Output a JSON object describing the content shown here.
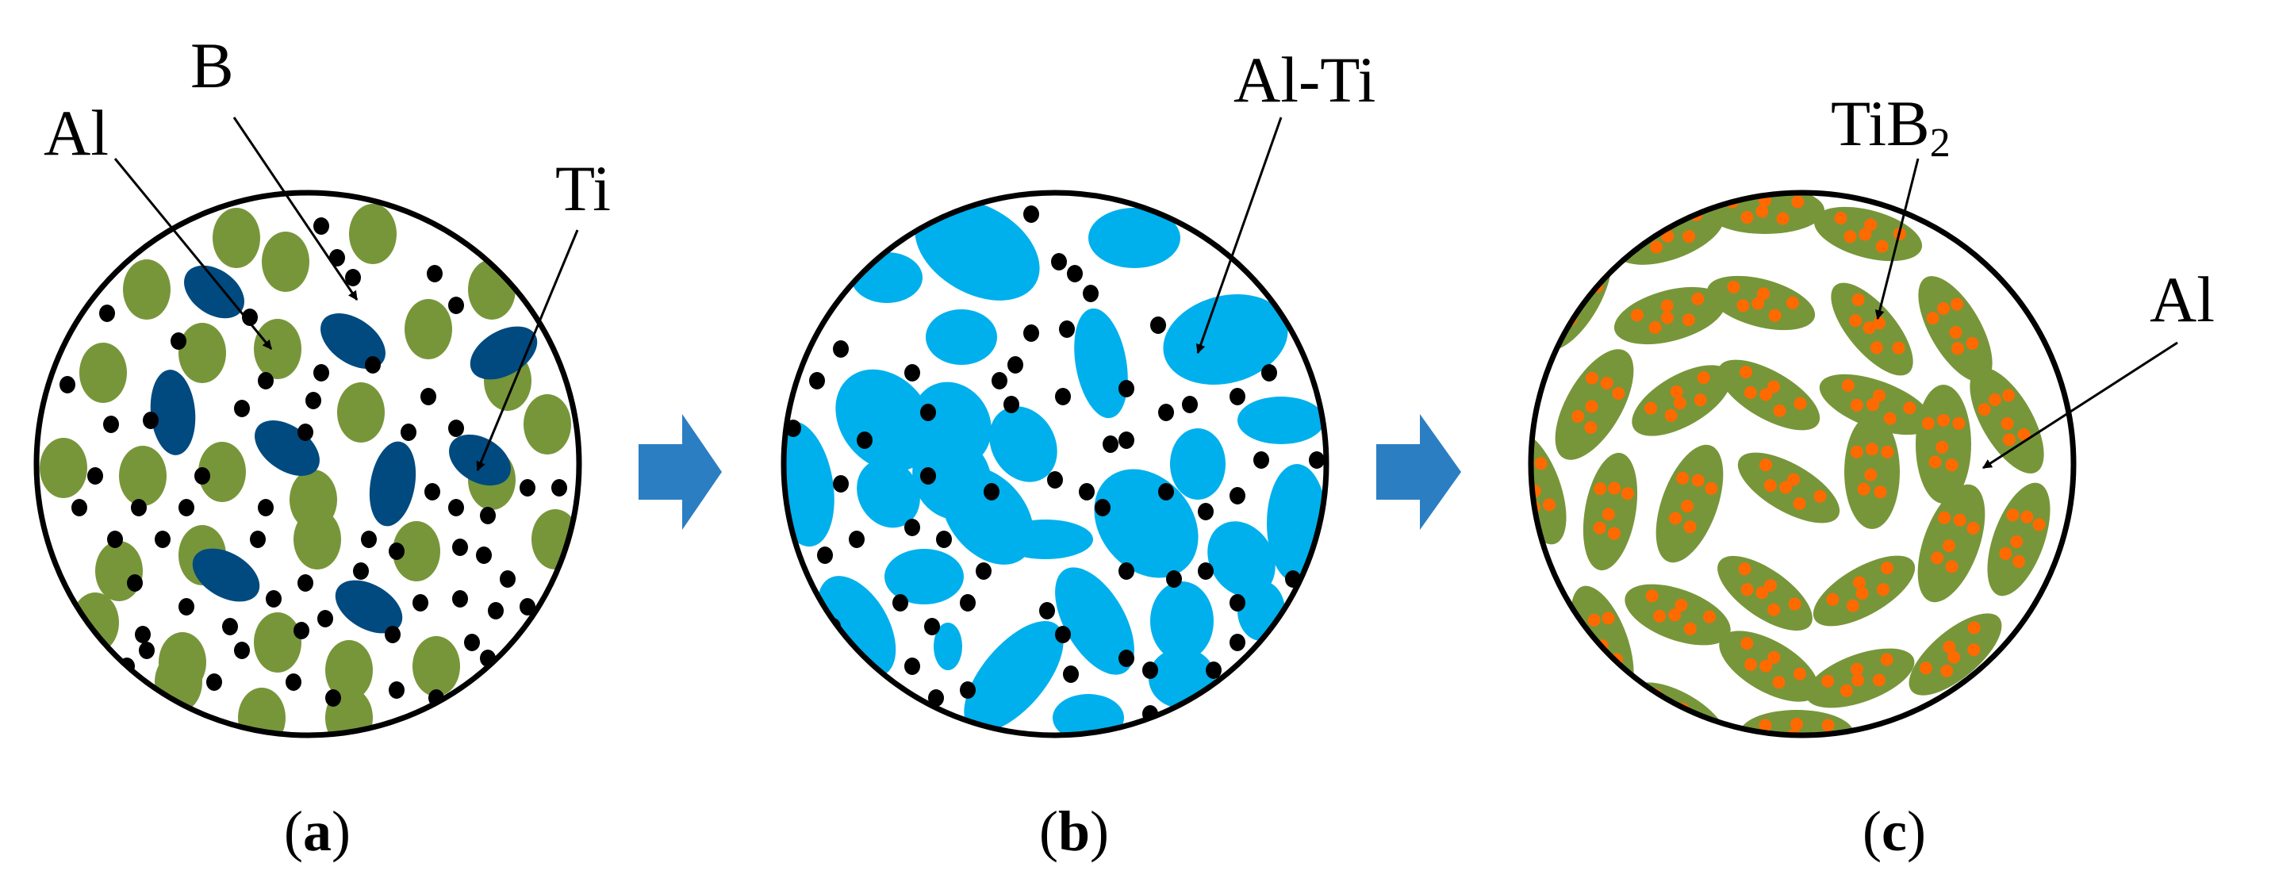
{
  "colors": {
    "al_particle": "#77963a",
    "ti_particle": "#004a80",
    "b_particle": "#000000",
    "alti_particle": "#00b0ec",
    "tib2_dot": "#ff6a00",
    "arrow": "#2c7ec2",
    "outline": "#000000"
  },
  "panel_a": {
    "label_al": "Al",
    "label_b": "B",
    "label_ti": "Ti",
    "caption": {
      "open": "(",
      "letter": "a",
      "close": ")"
    }
  },
  "panel_b": {
    "label_alti": "Al-Ti",
    "caption": {
      "open": "(",
      "letter": "b",
      "close": ")"
    }
  },
  "panel_c": {
    "label_tib2": "TiB",
    "label_tib2_sub": "2",
    "label_al": "Al",
    "caption": {
      "open": "(",
      "letter": "c",
      "close": ")"
    }
  },
  "icons": [
    "process-arrow-icon",
    "process-arrow-icon"
  ]
}
